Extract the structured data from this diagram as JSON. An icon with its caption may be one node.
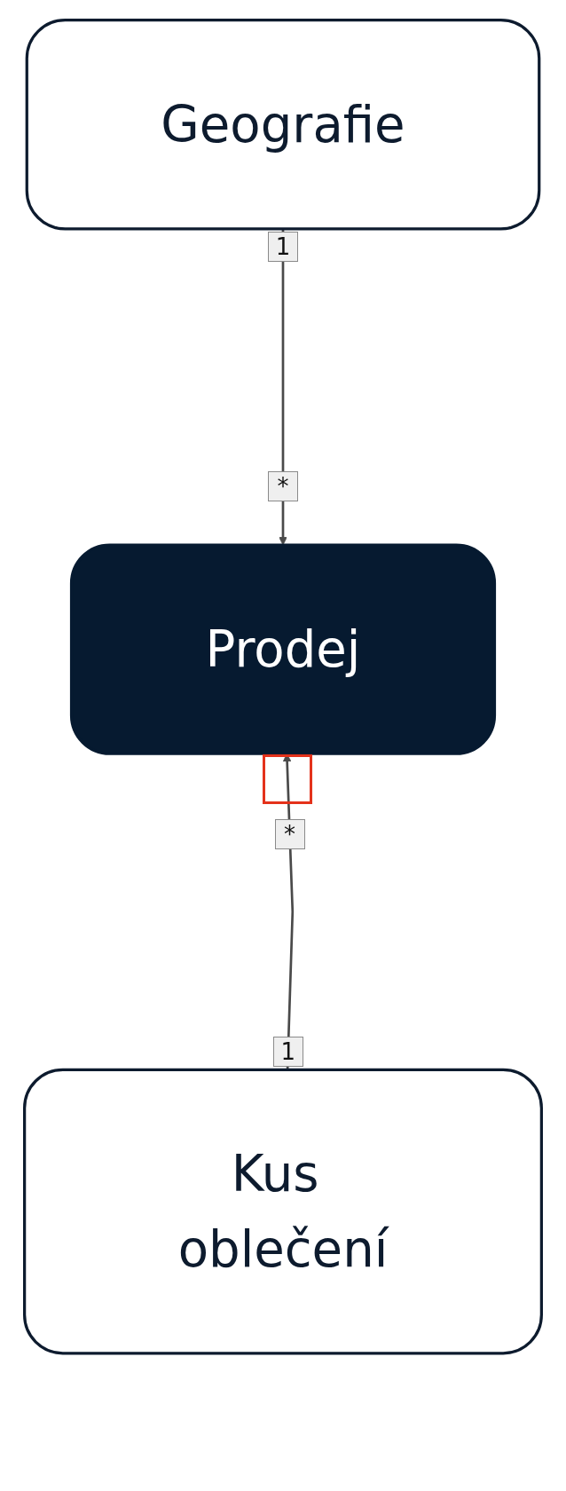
{
  "diagram": {
    "nodes": [
      {
        "text": [
          "Geografie"
        ]
      },
      {
        "text": [
          "Prodej"
        ]
      },
      {
        "text": [
          "Kus oblečení"
        ]
      }
    ],
    "edges": [
      {
        "from": 0,
        "to": 1,
        "arrow": "to"
      },
      {
        "from": 2,
        "to": 1,
        "arrow": "to"
      }
    ],
    "labels": [
      "1",
      "*",
      "*",
      "1"
    ]
  }
}
